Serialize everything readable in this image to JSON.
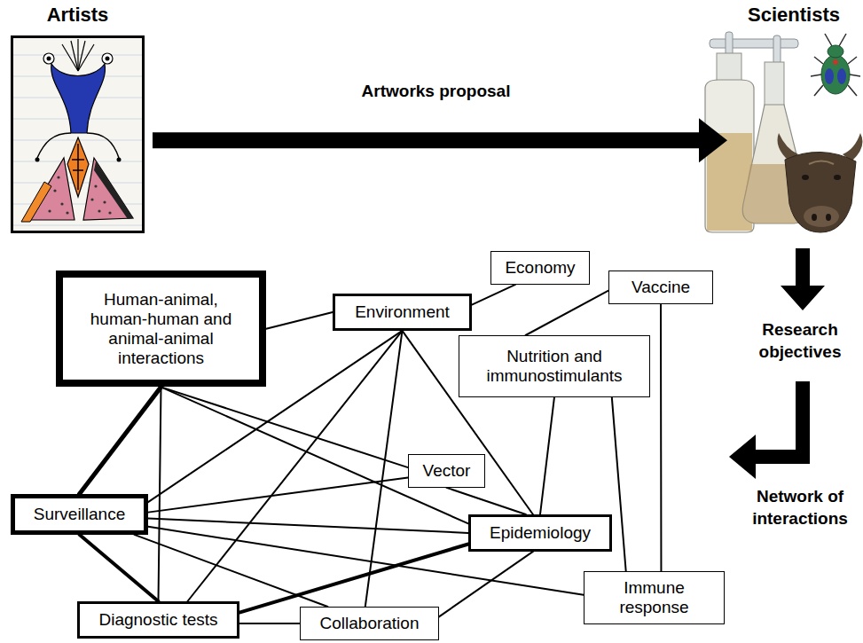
{
  "diagram": {
    "nodes": [
      {
        "text": [
          "Artists"
        ]
      },
      {
        "text": [
          "Scientists"
        ]
      },
      {
        "text": [
          "Human-animal, human-human and animal-animal interactions"
        ]
      },
      {
        "text": [
          "Economy"
        ]
      },
      {
        "text": [
          "Environment"
        ]
      },
      {
        "text": [
          "Vaccine"
        ]
      },
      {
        "text": [
          "Nutrition and immunostimulants"
        ]
      },
      {
        "text": [
          "Vector"
        ]
      },
      {
        "text": [
          "Surveillance"
        ]
      },
      {
        "text": [
          "Epidemiology"
        ]
      },
      {
        "text": [
          "Immune response"
        ]
      },
      {
        "text": [
          "Diagnostic tests"
        ]
      },
      {
        "text": [
          "Collaboration"
        ]
      }
    ],
    "edges": [
      {
        "from": 0,
        "to": 1,
        "arrow": "to",
        "label": "Artworks proposal"
      },
      {
        "from": 2,
        "to": 4,
        "arrow": "none"
      },
      {
        "from": 4,
        "to": 3,
        "arrow": "none"
      },
      {
        "from": 2,
        "to": 8,
        "arrow": "none"
      },
      {
        "from": 2,
        "to": 11,
        "arrow": "none"
      },
      {
        "from": 2,
        "to": 7,
        "arrow": "none"
      },
      {
        "from": 2,
        "to": 9,
        "arrow": "none"
      },
      {
        "from": 4,
        "to": 8,
        "arrow": "none"
      },
      {
        "from": 4,
        "to": 11,
        "arrow": "none"
      },
      {
        "from": 4,
        "to": 12,
        "arrow": "none"
      },
      {
        "from": 4,
        "to": 9,
        "arrow": "none"
      },
      {
        "from": 5,
        "to": 6,
        "arrow": "none"
      },
      {
        "from": 5,
        "to": 10,
        "arrow": "none"
      },
      {
        "from": 6,
        "to": 9,
        "arrow": "none"
      },
      {
        "from": 6,
        "to": 10,
        "arrow": "none"
      },
      {
        "from": 7,
        "to": 8,
        "arrow": "none"
      },
      {
        "from": 7,
        "to": 9,
        "arrow": "none"
      },
      {
        "from": 8,
        "to": 11,
        "arrow": "none"
      },
      {
        "from": 8,
        "to": 12,
        "arrow": "none"
      },
      {
        "from": 8,
        "to": 9,
        "arrow": "none"
      },
      {
        "from": 8,
        "to": 10,
        "arrow": "none"
      },
      {
        "from": 9,
        "to": 11,
        "arrow": "none"
      },
      {
        "from": 9,
        "to": 12,
        "arrow": "none"
      },
      {
        "from": 11,
        "to": 12,
        "arrow": "none"
      }
    ],
    "labels": [
      "Research objectives",
      "Network of interactions"
    ]
  }
}
